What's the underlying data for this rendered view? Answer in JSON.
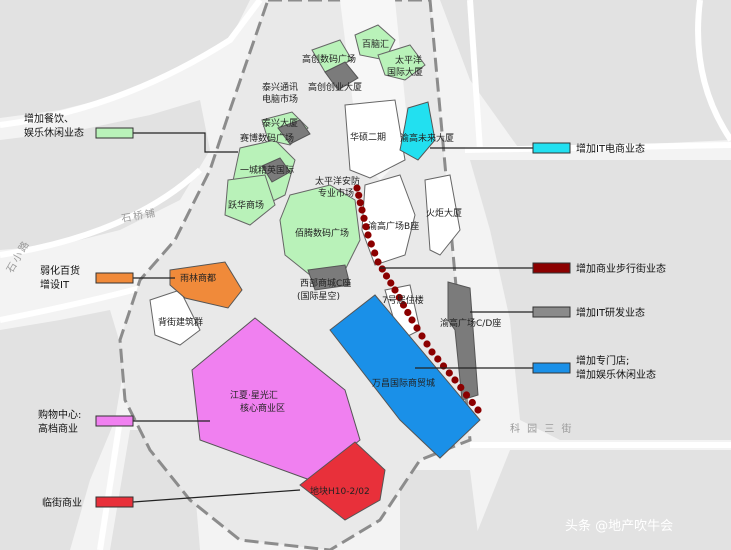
{
  "map": {
    "buildings": {
      "baonaohui": "百脑汇",
      "taipingyang_intl": [
        "太平洋",
        "国际大厦"
      ],
      "gaochuang_digital": "高创数码广场",
      "taixing_telecom": [
        "泰兴通讯",
        "电脑市场"
      ],
      "gaochuang_innovation": "高创创业大厦",
      "taixing_tower": "泰兴大厦",
      "saibo": "赛博数码广场",
      "yicheng": "一城精英国际",
      "yuehua": "跃华商场",
      "huashuo": "华硕二期",
      "yugao_future": "渝高未来大厦",
      "taipingyang_security": [
        "太平洋安防",
        "专业市场"
      ],
      "baiteng": "佰腾数码广场",
      "xibu_shangcheng": [
        "西部商城C座",
        "(国际星空)"
      ],
      "yugao_b": "渝高广场B座",
      "huoju": "火炬大厦",
      "residence7": "7号居住楼",
      "yugao_cd": "渝高广场C/D座",
      "wanchang": "万昌国际商贸城",
      "yulin": "雨林商都",
      "beijie": "背街建筑群",
      "jiangxia": [
        "江夏·星光汇",
        "核心商业区"
      ],
      "plot": "地块H10-2/02"
    },
    "roads": {
      "shiyu": "石小路",
      "shiqiao": "石桥铺",
      "keyuan": "科 园 三 街"
    },
    "legend_left": [
      {
        "text": [
          "增加餐饮、",
          "娱乐休闲业态"
        ],
        "color": "#b9f2b9"
      },
      {
        "text": [
          "弱化百货",
          "增设IT"
        ],
        "color": "#f08a3a"
      },
      {
        "text": [
          "购物中心:",
          "高档商业"
        ],
        "color": "#f080f0"
      },
      {
        "text": [
          "临街商业"
        ],
        "color": "#e8303a"
      }
    ],
    "legend_right": [
      {
        "text": [
          "增加IT电商业态"
        ],
        "color": "#22e0f0"
      },
      {
        "text": [
          "增加商业步行街业态"
        ],
        "color": "#8b0000"
      },
      {
        "text": [
          "增加IT研发业态"
        ],
        "color": "#8a8a8a"
      },
      {
        "text": [
          "增加专门店;",
          "增加娱乐休闲业态"
        ],
        "color": "#1a90e8"
      }
    ],
    "watermark": "头条 @地产吹牛会"
  }
}
